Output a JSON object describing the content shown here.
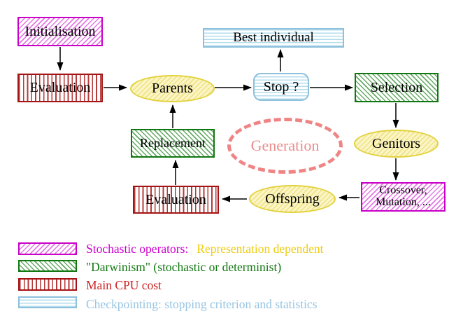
{
  "diagram": {
    "nodes": {
      "initialisation": {
        "label": "Initialisation",
        "style": "magenta-diagonal-hatch"
      },
      "evaluation_top": {
        "label": "Evaluation",
        "style": "red-vertical-stripes"
      },
      "parents": {
        "label": "Parents",
        "style": "yellow-ellipse"
      },
      "best_individual": {
        "label": "Best individual",
        "style": "cyan-horizontal-stripes"
      },
      "stop": {
        "label": "Stop ?",
        "style": "cyan-horizontal-stripes-rounded"
      },
      "selection": {
        "label": "Selection",
        "style": "green-diagonal-hatch"
      },
      "replacement": {
        "label": "Replacement",
        "style": "green-diagonal-hatch"
      },
      "generation": {
        "label": "Generation",
        "style": "salmon-dashed-ellipse"
      },
      "genitors": {
        "label": "Genitors",
        "style": "yellow-ellipse"
      },
      "evaluation_bottom": {
        "label": "Evaluation",
        "style": "red-vertical-stripes"
      },
      "offspring": {
        "label": "Offspring",
        "style": "yellow-ellipse"
      },
      "crossover": {
        "line1": "Crossover,",
        "line2": "Mutation, ...",
        "style": "magenta-diagonal-hatch"
      }
    },
    "edges": [
      "initialisation->evaluation_top",
      "evaluation_top->parents",
      "parents->stop",
      "stop->best_individual",
      "stop->selection",
      "selection->genitors",
      "genitors->crossover",
      "crossover->offspring",
      "offspring->evaluation_bottom",
      "evaluation_bottom->replacement",
      "replacement->parents"
    ],
    "legend": {
      "items": [
        {
          "swatch": "magenta-diagonal-hatch",
          "label": "Stochastic operators:",
          "label2": "Representation dependent",
          "label_color": "#cc00cc",
          "label2_color": "#eecc11"
        },
        {
          "swatch": "green-diagonal-hatch",
          "label": "\"Darwinism\" (stochastic or determinist)",
          "label_color": "#117711"
        },
        {
          "swatch": "red-vertical-stripes",
          "label": "Main CPU cost",
          "label_color": "#cc2222"
        },
        {
          "swatch": "cyan-horizontal-stripes",
          "label": "Checkpointing: stopping criterion and statistics",
          "label_color": "#97c5e2"
        }
      ]
    },
    "colors": {
      "magenta_border": "#c800c8",
      "magenta_hatch": "#e478e4",
      "green_border": "#117711",
      "green_hatch": "#66aa66",
      "red_border": "#a51414",
      "red_stripe": "#b73a3a",
      "cyan_border": "#8cc0dc",
      "cyan_stripe": "#b4dcec",
      "yellow_border": "#e2d23c",
      "yellow_fill": "#fbf5c6",
      "salmon_dashed": "#ef8484",
      "text": "#000000",
      "background": "#ffffff"
    }
  }
}
